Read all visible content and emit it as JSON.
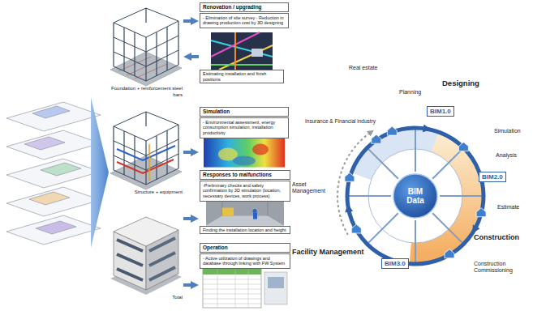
{
  "diagram": {
    "nodes": [
      {
        "text": [
          "Foundation + reinforcement steel bars"
        ]
      },
      {
        "text": [
          "Renovation / upgrading",
          "- Elimination of site survey - Reduction in drawing production cost by 3D designing"
        ]
      },
      {
        "text": [
          "Estimating installation and finish positions"
        ]
      },
      {
        "text": [
          "Structure + equipment"
        ]
      },
      {
        "text": [
          "Simulation",
          "- Environmental assessment, energy consumption simulation, installation productivity"
        ]
      },
      {
        "text": [
          "Total"
        ]
      },
      {
        "text": [
          "Responses to malfunctions",
          "-Preliminary checks and safety confirmation by 3D simulation (location, necessary devices, work process)",
          "Finding the installation location and height"
        ]
      },
      {
        "text": [
          "Operation",
          "- Active utilization of drawings and database through linking with FW System"
        ]
      },
      {
        "text": [
          "BIM1.0"
        ]
      },
      {
        "text": [
          "BIM2.0"
        ]
      },
      {
        "text": [
          "BIM Data"
        ]
      },
      {
        "text": [
          "BIM3.0"
        ]
      }
    ],
    "edges": [
      {
        "from": 0,
        "to": 1,
        "arrow": "to"
      },
      {
        "from": 2,
        "to": 0,
        "arrow": "to"
      },
      {
        "from": 3,
        "to": 4,
        "arrow": "to"
      },
      {
        "from": 5,
        "to": 6,
        "arrow": "to"
      },
      {
        "from": 5,
        "to": 7,
        "arrow": "to"
      }
    ],
    "labels": [
      "Real estate",
      "Planning",
      "Designing",
      "Insurance & Financial industry",
      "Simulation",
      "Analysis",
      "Asset Management",
      "Estimate",
      "Facility Management",
      "Construction",
      "Construction Commissioning"
    ]
  }
}
